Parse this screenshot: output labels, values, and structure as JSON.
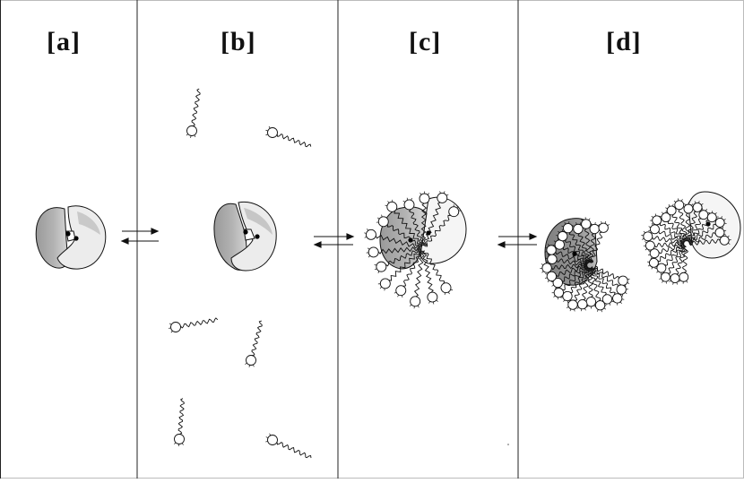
{
  "panels": [
    {
      "label": "[a]"
    },
    {
      "label": "[b]"
    },
    {
      "label": "[c]"
    },
    {
      "label": "[d]"
    }
  ],
  "colors": {
    "ink": "#111111",
    "protein_shade": "#8c8c8c",
    "protein_shade_light": "#b5b5b5",
    "background": "#ffffff"
  },
  "icons": {
    "equilibrium": "double-arrow-equilibrium",
    "surfactant": "surfactant-molecule-head-tail"
  }
}
